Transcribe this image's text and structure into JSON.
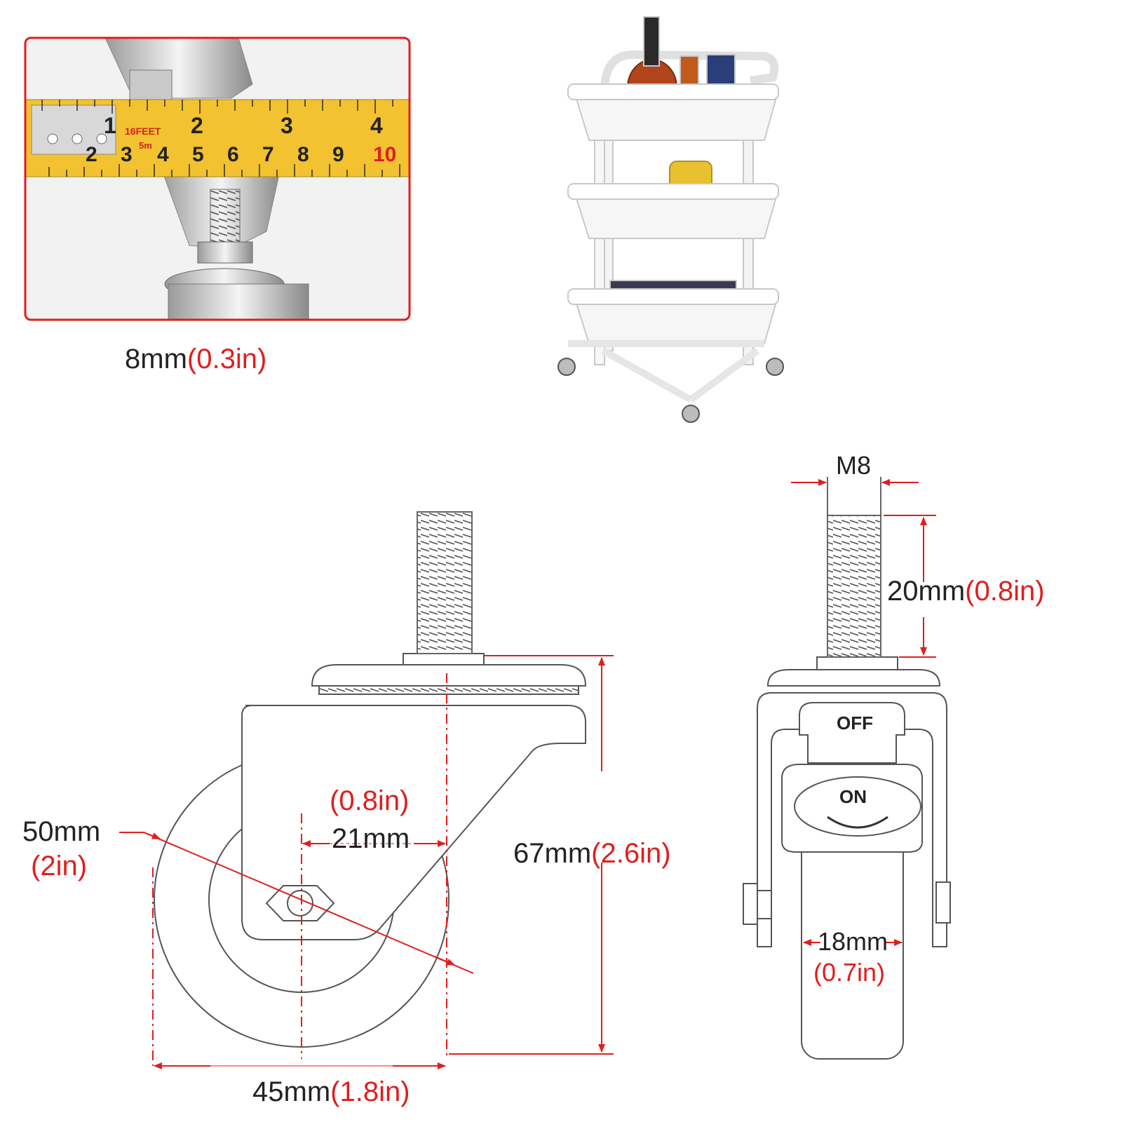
{
  "tape_photo": {
    "ruler_inch_ticks": [
      "1",
      "2",
      "3",
      "4"
    ],
    "ruler_cm_ticks": [
      "2",
      "3",
      "4",
      "5",
      "6",
      "7",
      "8",
      "9",
      "10"
    ],
    "ruler_brand_text": "16FEET",
    "ruler_metric_text": "5m",
    "caption_metric": "8mm",
    "caption_imperial": "(0.3in)"
  },
  "side_view": {
    "diameter_metric": "50mm",
    "diameter_imperial": "(2in)",
    "offset_imperial": "(0.8in)",
    "offset_metric": "21mm",
    "height_metric": "67mm",
    "height_imperial": "(2.6in)",
    "width_metric": "45mm",
    "width_imperial": "(1.8in)"
  },
  "front_view": {
    "thread_label": "M8",
    "stem_metric": "20mm",
    "stem_imperial": "(0.8in)",
    "brake_off": "OFF",
    "brake_on": "ON",
    "wheel_width_metric": "18mm",
    "wheel_width_imperial": "(0.7in)"
  },
  "colors": {
    "accent_red": "#e01e1e",
    "tape_yellow": "#f2c230",
    "line": "#555555"
  }
}
